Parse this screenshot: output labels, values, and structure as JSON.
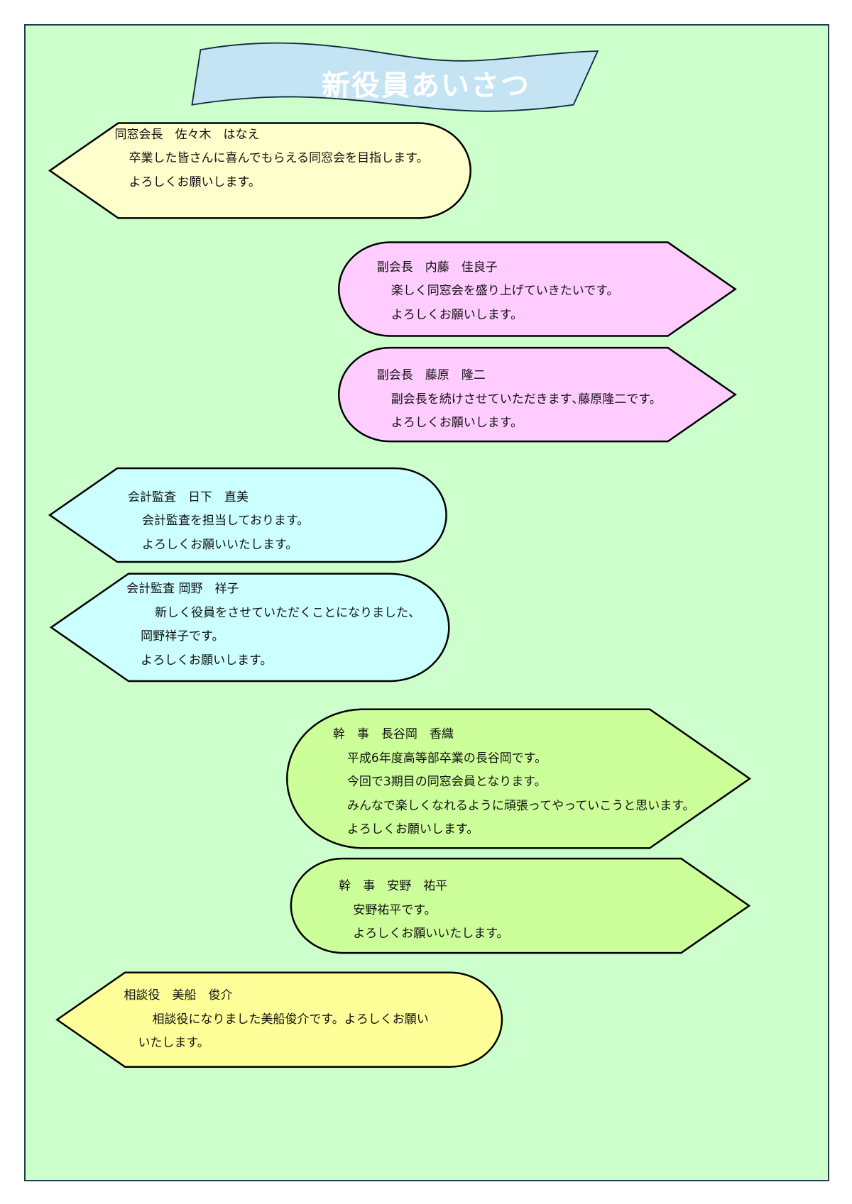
{
  "title": "新役員あいさつ",
  "colors": {
    "background": "#ccffcc",
    "banner": "#c4e4f4",
    "yellow": "#ffffcc",
    "pink": "#ffccff",
    "cyan": "#ccffff",
    "lime": "#ccff99",
    "yellow2": "#ffff99"
  },
  "cards": [
    {
      "name": "同窓会長　佐々木　はなえ",
      "lines": [
        "卒業した皆さんに喜んでもらえる同窓会を目指します。",
        "よろしくお願いします。"
      ]
    },
    {
      "name": "副会長　内藤　佳良子",
      "lines": [
        "楽しく同窓会を盛り上げていきたいです。",
        "よろしくお願いします。"
      ]
    },
    {
      "name": "副会長　藤原　隆二",
      "lines": [
        "副会長を続けさせていただきます､藤原隆二です。",
        "よろしくお願いします。"
      ]
    },
    {
      "name": "会計監査　日下　直美",
      "lines": [
        "会計監査を担当しております。",
        "よろしくお願いいたします。"
      ]
    },
    {
      "name": "会計監査 岡野　祥子",
      "lines": [
        "新しく役員をさせていただくことになりました、",
        "岡野祥子です。",
        "よろしくお願いします。"
      ]
    },
    {
      "name": "幹　事　長谷岡　香織",
      "lines": [
        "平成6年度高等部卒業の長谷岡です。",
        "今回で3期目の同窓会員となります。",
        "みんなで楽しくなれるように頑張ってやっていこうと思います。",
        "よろしくお願いします。"
      ]
    },
    {
      "name": "幹　事　安野　祐平",
      "lines": [
        "安野祐平です。",
        "よろしくお願いいたします。"
      ]
    },
    {
      "name": "相談役　美船　俊介",
      "lines": [
        "相談役になりました美船俊介です。よろしくお願い",
        "いたします。"
      ]
    }
  ]
}
